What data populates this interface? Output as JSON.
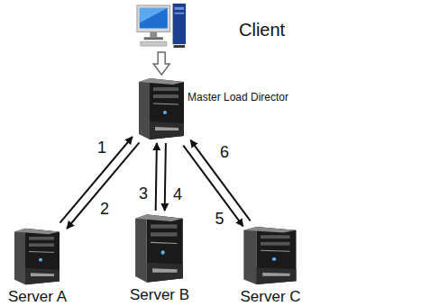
{
  "diagram": {
    "nodes": [
      {
        "text": [
          "Client"
        ]
      },
      {
        "text": [
          "Master Load Director"
        ]
      },
      {
        "text": [
          "Server A"
        ]
      },
      {
        "text": [
          "Server B"
        ]
      },
      {
        "text": [
          "Server C"
        ]
      }
    ],
    "edges": [
      {
        "from": 0,
        "to": 1,
        "arrow": "to"
      },
      {
        "from": 2,
        "to": 1,
        "label": "1",
        "arrow": "to"
      },
      {
        "from": 1,
        "to": 2,
        "label": "2",
        "arrow": "to"
      },
      {
        "from": 3,
        "to": 1,
        "label": "3",
        "arrow": "to"
      },
      {
        "from": 1,
        "to": 3,
        "label": "4",
        "arrow": "to"
      },
      {
        "from": 1,
        "to": 4,
        "label": "5",
        "arrow": "to"
      },
      {
        "from": 4,
        "to": 1,
        "label": "6",
        "arrow": "to"
      }
    ]
  }
}
